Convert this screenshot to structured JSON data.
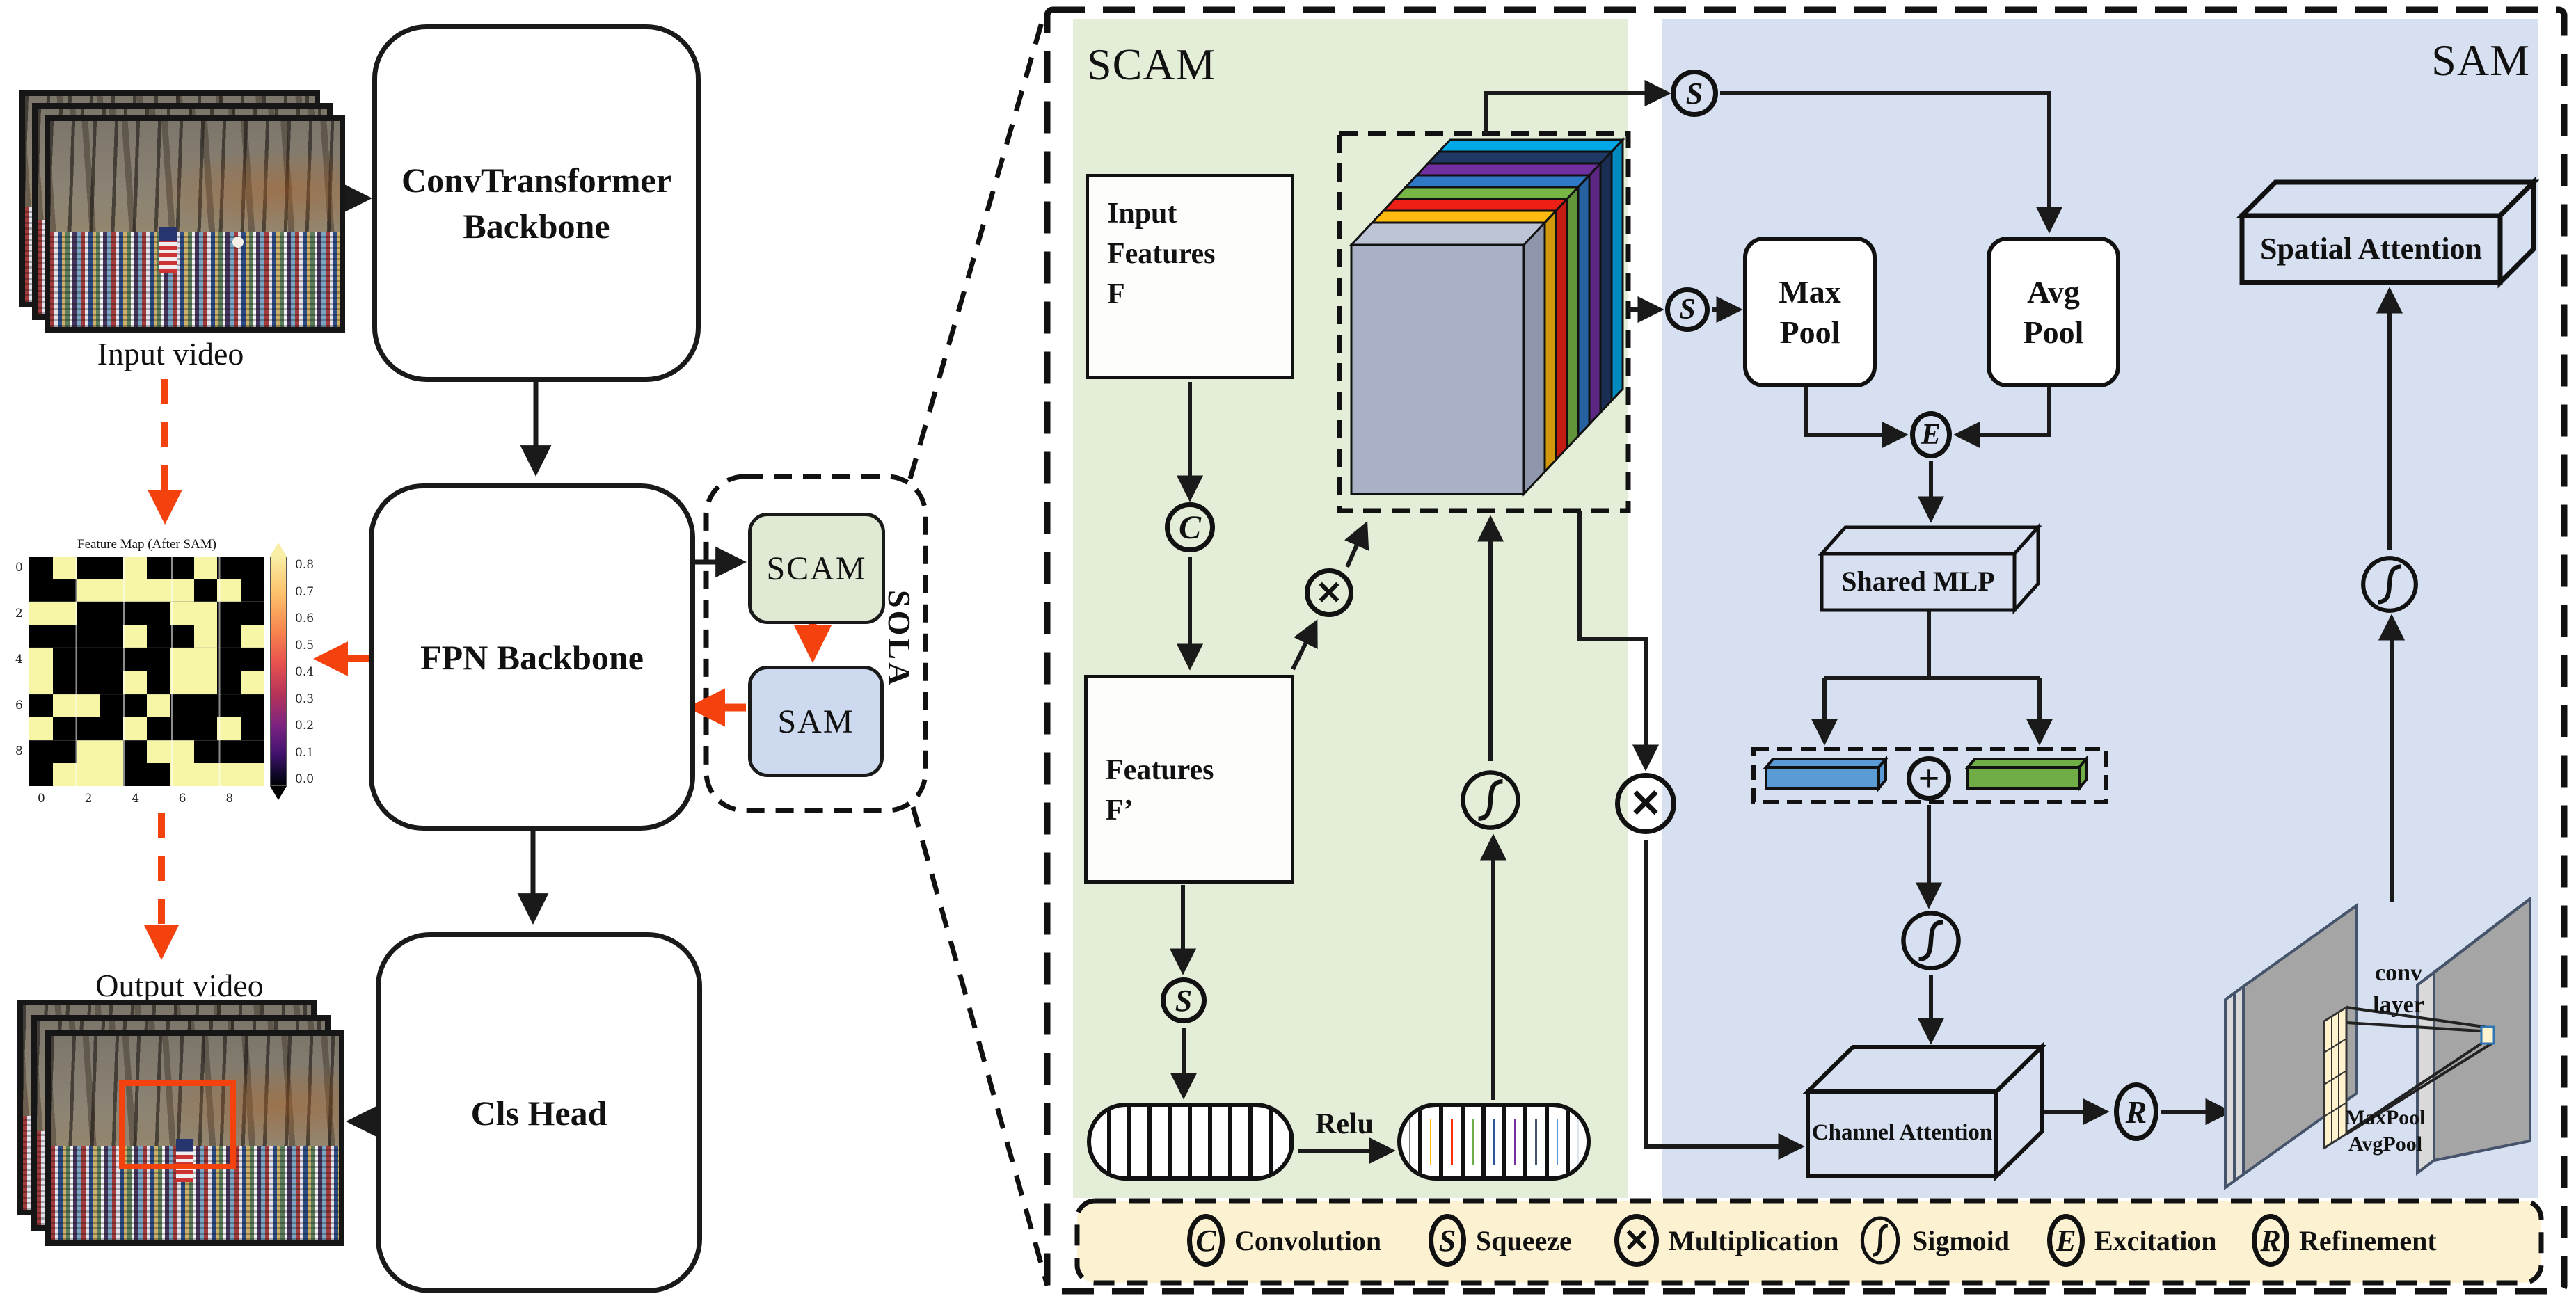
{
  "palette": {
    "green_bg": "#e3edd8",
    "blue_bg": "#d7e0f0",
    "green_box": "#dfe9d3",
    "blue_box": "#cdd9ee",
    "cream": "#fcf2d2",
    "red_accent": "#f4420f",
    "cube_front": "#a9b1c6",
    "cube_top": "#bbc3d4",
    "cube_side": "#8d96ab",
    "plate_dark": "#a5a5a5",
    "plate_light": "#d9d9d9",
    "kernel_fill": "#fff2cc",
    "bar_blue": "#5b9bd5",
    "bar_green": "#70ad47"
  },
  "left_flow": {
    "input_video_label": "Input video",
    "output_video_label": "Output video",
    "conv_backbone_line1": "ConvTransformer",
    "conv_backbone_line2": "Backbone",
    "fpn_backbone": "FPN Backbone",
    "cls_head": "Cls Head",
    "sola": {
      "label": "SOLA",
      "scam": "SCAM",
      "sam": "SAM"
    }
  },
  "chart_data": {
    "type": "heatmap",
    "title": "Feature Map (After SAM)",
    "x_ticks": [
      "0",
      "2",
      "4",
      "6",
      "8"
    ],
    "y_ticks": [
      "0",
      "2",
      "4",
      "6",
      "8"
    ],
    "colorbar": {
      "min": 0.0,
      "max": 0.8,
      "ticks": [
        "0.8",
        "0.7",
        "0.6",
        "0.5",
        "0.4",
        "0.3",
        "0.2",
        "0.1",
        "0.0"
      ]
    },
    "value_high": 0.8,
    "value_low": 0.0,
    "color_high": "#f7f6a6",
    "color_low": "#000000",
    "grid": [
      [
        0,
        1,
        0,
        0,
        1,
        0,
        0,
        1,
        0,
        0
      ],
      [
        0,
        0,
        1,
        1,
        1,
        1,
        1,
        0,
        1,
        0
      ],
      [
        1,
        1,
        0,
        0,
        0,
        0,
        1,
        1,
        0,
        0
      ],
      [
        0,
        0,
        0,
        0,
        1,
        0,
        0,
        1,
        0,
        1
      ],
      [
        1,
        0,
        0,
        0,
        0,
        0,
        1,
        1,
        0,
        0
      ],
      [
        1,
        0,
        0,
        0,
        1,
        0,
        1,
        1,
        0,
        1
      ],
      [
        0,
        1,
        1,
        0,
        0,
        1,
        0,
        0,
        0,
        0
      ],
      [
        1,
        0,
        0,
        0,
        1,
        0,
        0,
        0,
        1,
        0
      ],
      [
        0,
        0,
        1,
        1,
        0,
        1,
        1,
        0,
        0,
        0
      ],
      [
        0,
        1,
        1,
        1,
        0,
        0,
        1,
        1,
        1,
        1
      ]
    ]
  },
  "scam": {
    "title": "SCAM",
    "input_features": {
      "line1": "Input",
      "line2": "Features",
      "line3": "F"
    },
    "features_prime": {
      "line1": "Features",
      "line2": "F’"
    },
    "relu_label": "Relu",
    "relu_pill_colors": [
      "#808080",
      "#ffc000",
      "#ff2d0a",
      "#6fad47",
      "#2e5597",
      "#7030a0",
      "#44546a",
      "#5b9bd5",
      "#dde5f2"
    ],
    "cube_slice_colors": [
      "#ffb90f",
      "#ee2015",
      "#77b645",
      "#2e78c6",
      "#7030a0",
      "#1f3864",
      "#00a8e8"
    ]
  },
  "sam": {
    "title": "SAM",
    "max_pool": {
      "line1": "Max",
      "line2": "Pool"
    },
    "avg_pool": {
      "line1": "Avg",
      "line2": "Pool"
    },
    "shared_mlp": "Shared MLP",
    "channel_attention": "Channel Attention",
    "spatial_attention": "Spatial Attention",
    "conv_layer": {
      "line1": "conv",
      "line2": "layer"
    },
    "pool_small": {
      "line1": "MaxPool",
      "line2": "AvgPool"
    }
  },
  "operators": {
    "convolution": "C",
    "squeeze": "S",
    "excitation": "E",
    "refinement": "R",
    "multiplication": "✕",
    "addition": "+"
  },
  "legend": {
    "items": [
      {
        "symbol": "C",
        "label": "Convolution"
      },
      {
        "symbol": "S",
        "label": "Squeeze"
      },
      {
        "symbol": "✕",
        "label": "Multiplication"
      },
      {
        "symbol": "sigmoid",
        "label": "Sigmoid"
      },
      {
        "symbol": "E",
        "label": "Excitation"
      },
      {
        "symbol": "R",
        "label": "Refinement"
      }
    ]
  }
}
